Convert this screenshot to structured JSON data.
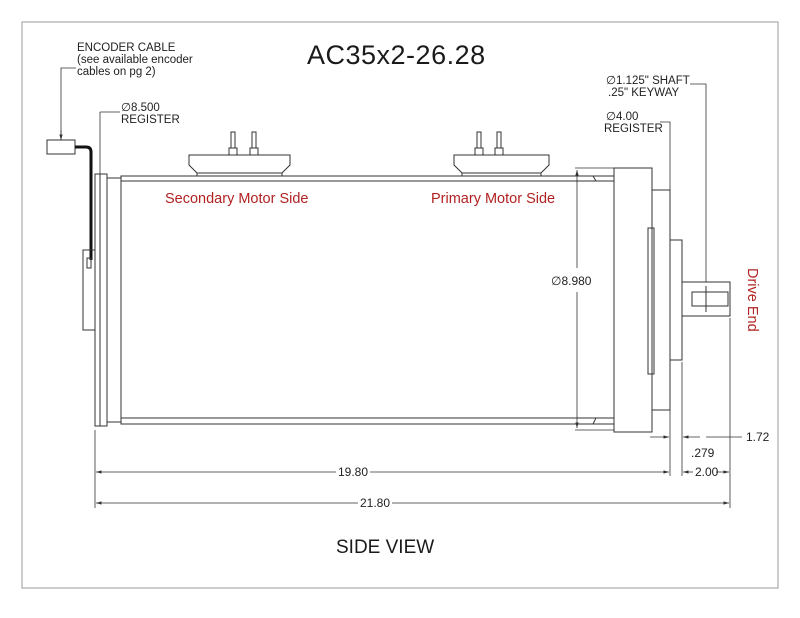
{
  "title": "AC35x2-26.28",
  "view_label": "SIDE VIEW",
  "callouts": {
    "encoder_cable_line1": "ENCODER CABLE",
    "encoder_cable_line2": "(see available encoder",
    "encoder_cable_line3": "cables on pg 2)",
    "register_left_dia": "∅8.500",
    "register_left_text": "REGISTER",
    "shaft_line1": "∅1.125\" SHAFT",
    "shaft_line2": ".25\" KEYWAY",
    "register_right_dia": "∅4.00",
    "register_right_text": "REGISTER"
  },
  "sides": {
    "secondary": "Secondary Motor Side",
    "primary": "Primary Motor Side",
    "drive_end": "Drive End"
  },
  "dimensions": {
    "body_diameter": "∅8.980",
    "length_body": "19.80",
    "length_overall": "21.80",
    "shaft_len": "2.00",
    "shaft_step": ".279",
    "shaft_extra": "1.72"
  },
  "colors": {
    "annotation_red": "#b22222",
    "line": "#333333"
  }
}
